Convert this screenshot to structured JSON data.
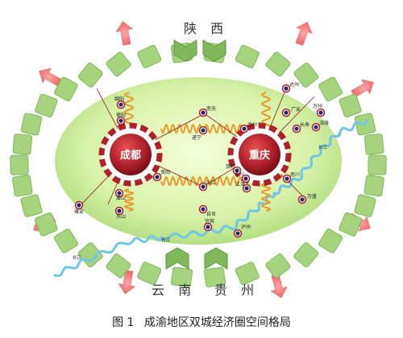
{
  "regions": {
    "north": "陕 西",
    "south_left": "云 南",
    "south_right": "贵 州"
  },
  "caption": {
    "number": "图 1",
    "title": "成渝地区双城经济圈空间格局"
  },
  "cores": [
    {
      "id": "chengdu",
      "name": "成都"
    },
    {
      "id": "chongqing",
      "name": "重庆"
    }
  ],
  "cities": [
    {
      "id": "mianyang",
      "name": "绵阳"
    },
    {
      "id": "deyang",
      "name": "德阳"
    },
    {
      "id": "ziyang",
      "name": "资阳"
    },
    {
      "id": "meishan",
      "name": "眉山"
    },
    {
      "id": "leshan",
      "name": "乐山"
    },
    {
      "id": "yaan",
      "name": "雅安"
    },
    {
      "id": "nanchong",
      "name": "南充"
    },
    {
      "id": "suining",
      "name": "遂宁"
    },
    {
      "id": "neijiang",
      "name": "内江"
    },
    {
      "id": "zigong",
      "name": "自贡"
    },
    {
      "id": "yibin",
      "name": "宜宾"
    },
    {
      "id": "luzhou",
      "name": "泸州"
    },
    {
      "id": "dazhou",
      "name": "达州"
    },
    {
      "id": "guangan",
      "name": "广安"
    },
    {
      "id": "changshou",
      "name": "长寿"
    },
    {
      "id": "fuling",
      "name": "涪陵"
    },
    {
      "id": "wanzhou",
      "name": "万州"
    },
    {
      "id": "hechuan",
      "name": "合川"
    },
    {
      "id": "shuangqiao",
      "name": "双桥"
    },
    {
      "id": "yongchuan",
      "name": "永川"
    },
    {
      "id": "jiangjin",
      "name": "江津"
    },
    {
      "id": "nanchuan",
      "name": "南川"
    },
    {
      "id": "wanling",
      "name": "万盛"
    }
  ],
  "rivers": [
    {
      "id": "yangtze-west",
      "name": "长江"
    },
    {
      "id": "yangtze-mid",
      "name": "长江"
    },
    {
      "id": "yangtze-east",
      "name": "长江"
    }
  ],
  "colors": {
    "green_field": "#c8eb96",
    "green_arrow": "#7fb85a",
    "core_red": "#b0202a",
    "connector_orange": "#e99a2a",
    "river_blue": "#6ec6e8",
    "outflow_arrow": "#e86464",
    "city_dot": "#1e2a6e"
  }
}
